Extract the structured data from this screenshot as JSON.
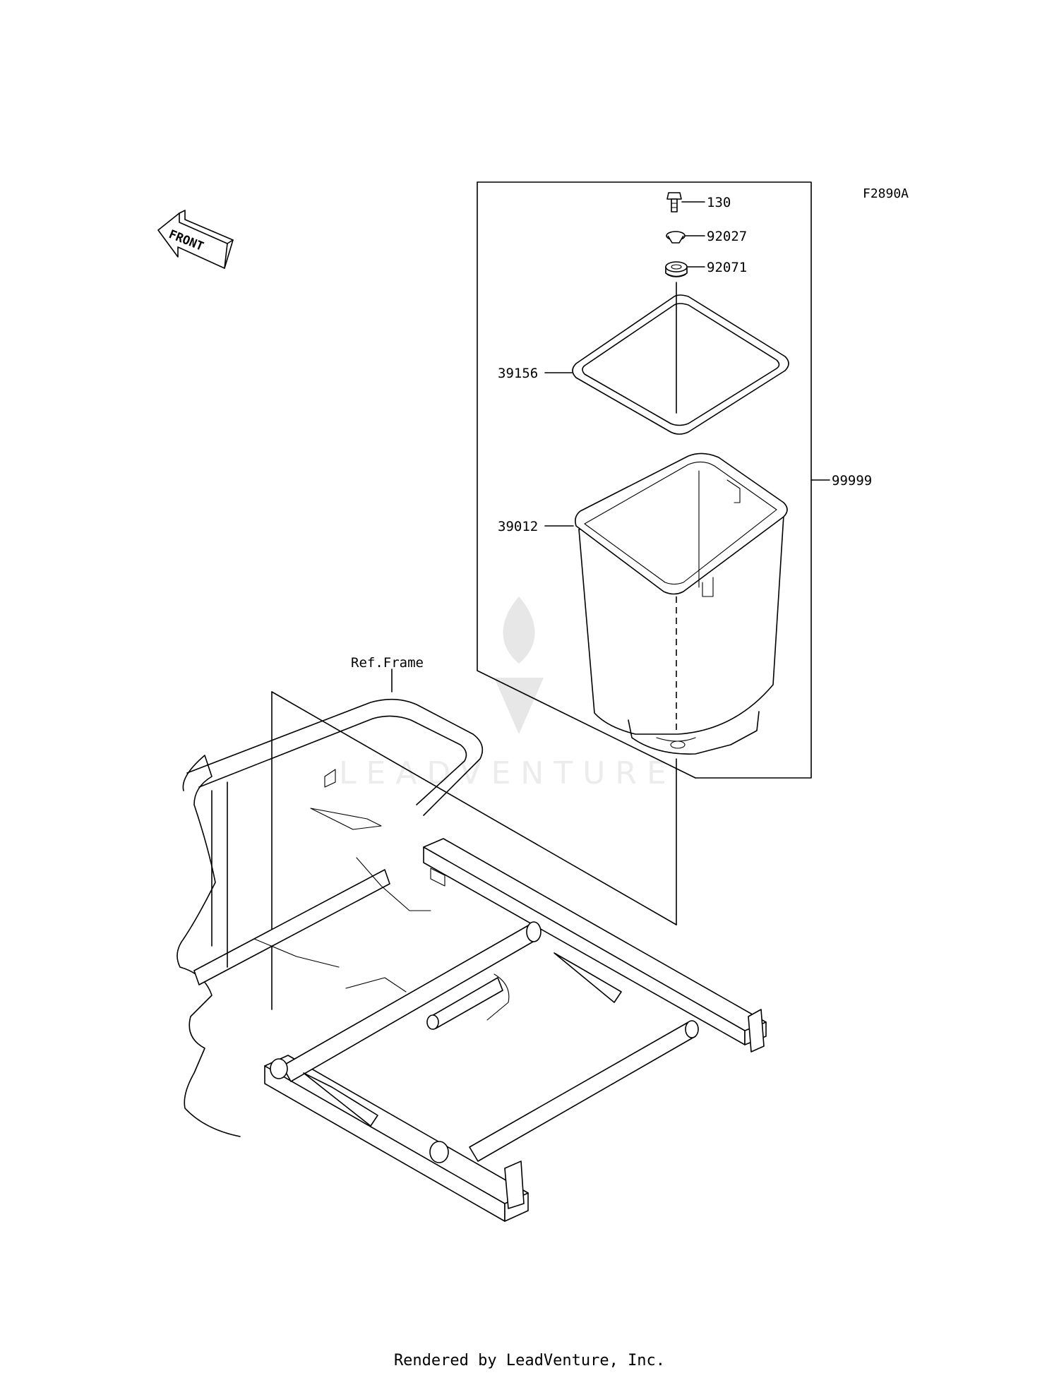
{
  "figure_code": "F2890A",
  "front_label": "FRONT",
  "reference_label": "Ref.Frame",
  "watermark": "LEADVENTURE",
  "parts": [
    {
      "number": "130"
    },
    {
      "number": "92027"
    },
    {
      "number": "92071"
    },
    {
      "number": "39156"
    },
    {
      "number": "39012"
    },
    {
      "number": "99999"
    }
  ],
  "footer": "Rendered by LeadVenture, Inc."
}
